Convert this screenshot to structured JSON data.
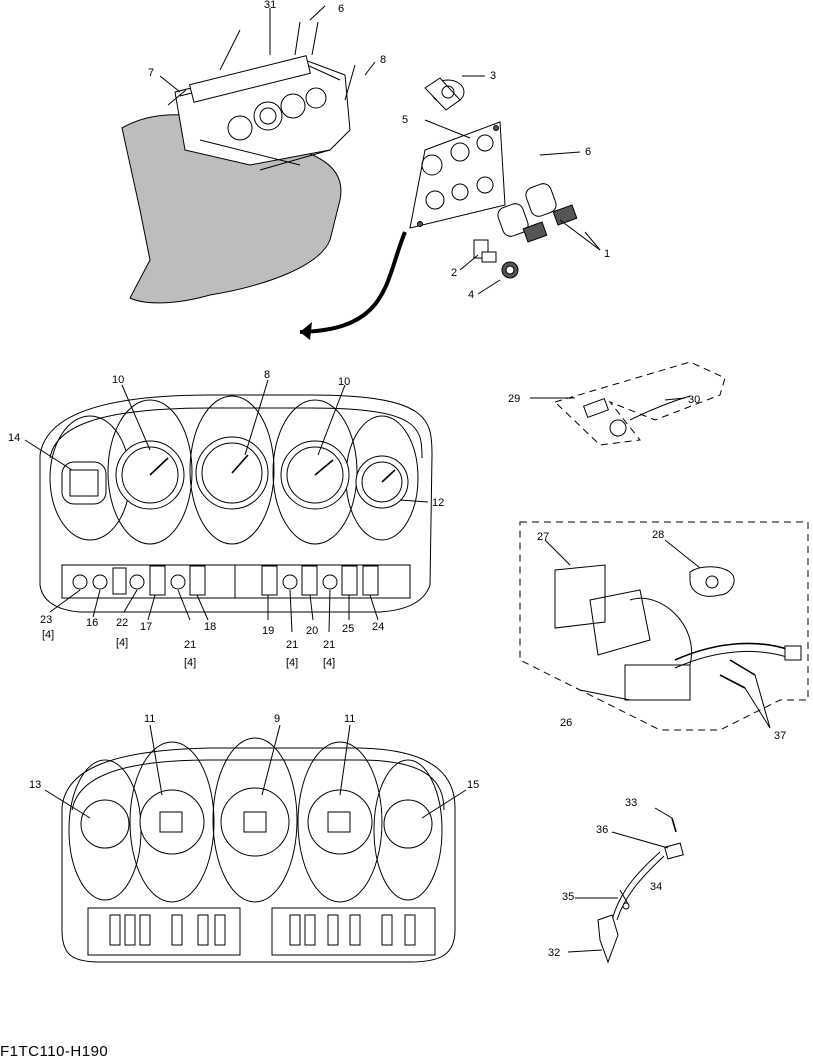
{
  "drawing_code": "F1TC110-H190",
  "callouts": {
    "c1": "1",
    "c2": "2",
    "c3": "3",
    "c4": "4",
    "c5": "5",
    "c6a": "6",
    "c6b": "6",
    "c7": "7",
    "c8a": "8",
    "c8b": "8",
    "c9": "9",
    "c10a": "10",
    "c10b": "10",
    "c11a": "11",
    "c11b": "11",
    "c12": "12",
    "c13": "13",
    "c14": "14",
    "c15": "15",
    "c16": "16",
    "c17": "17",
    "c18": "18",
    "c19": "19",
    "c20": "20",
    "c21a": "21",
    "c21b": "21",
    "c21c": "21",
    "c22": "22",
    "c23": "23",
    "c24": "24",
    "c25": "25",
    "c26": "26",
    "c27": "27",
    "c28": "28",
    "c29": "29",
    "c30": "30",
    "c31": "31",
    "c32": "32",
    "c33": "33",
    "c34": "34",
    "c35": "35",
    "c36": "36",
    "c37": "37",
    "q23": "[4]",
    "q22": "[4]",
    "q21a": "[4]",
    "q21b": "[4]",
    "q21c": "[4]"
  }
}
